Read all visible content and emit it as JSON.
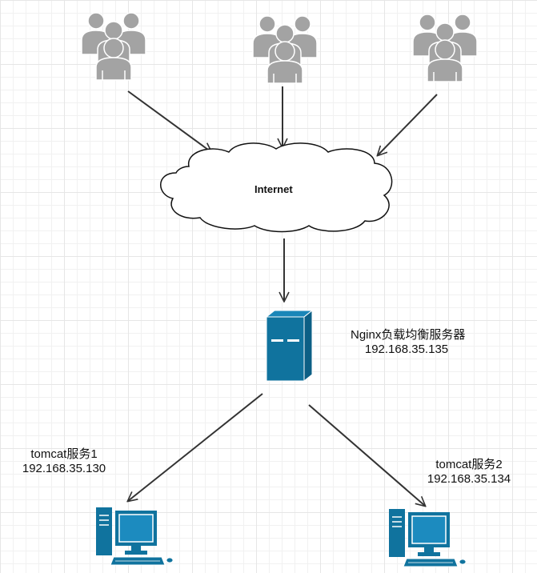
{
  "cloud": {
    "label": "Internet"
  },
  "nginx": {
    "name": "Nginx负载均衡服务器",
    "ip": "192.168.35.135"
  },
  "tomcat1": {
    "name": "tomcat服务1",
    "ip": "192.168.35.130"
  },
  "tomcat2": {
    "name": "tomcat服务2",
    "ip": "192.168.35.134"
  },
  "colors": {
    "server": "#10739e",
    "user": "#a3a3a3",
    "arrow": "#333333"
  }
}
